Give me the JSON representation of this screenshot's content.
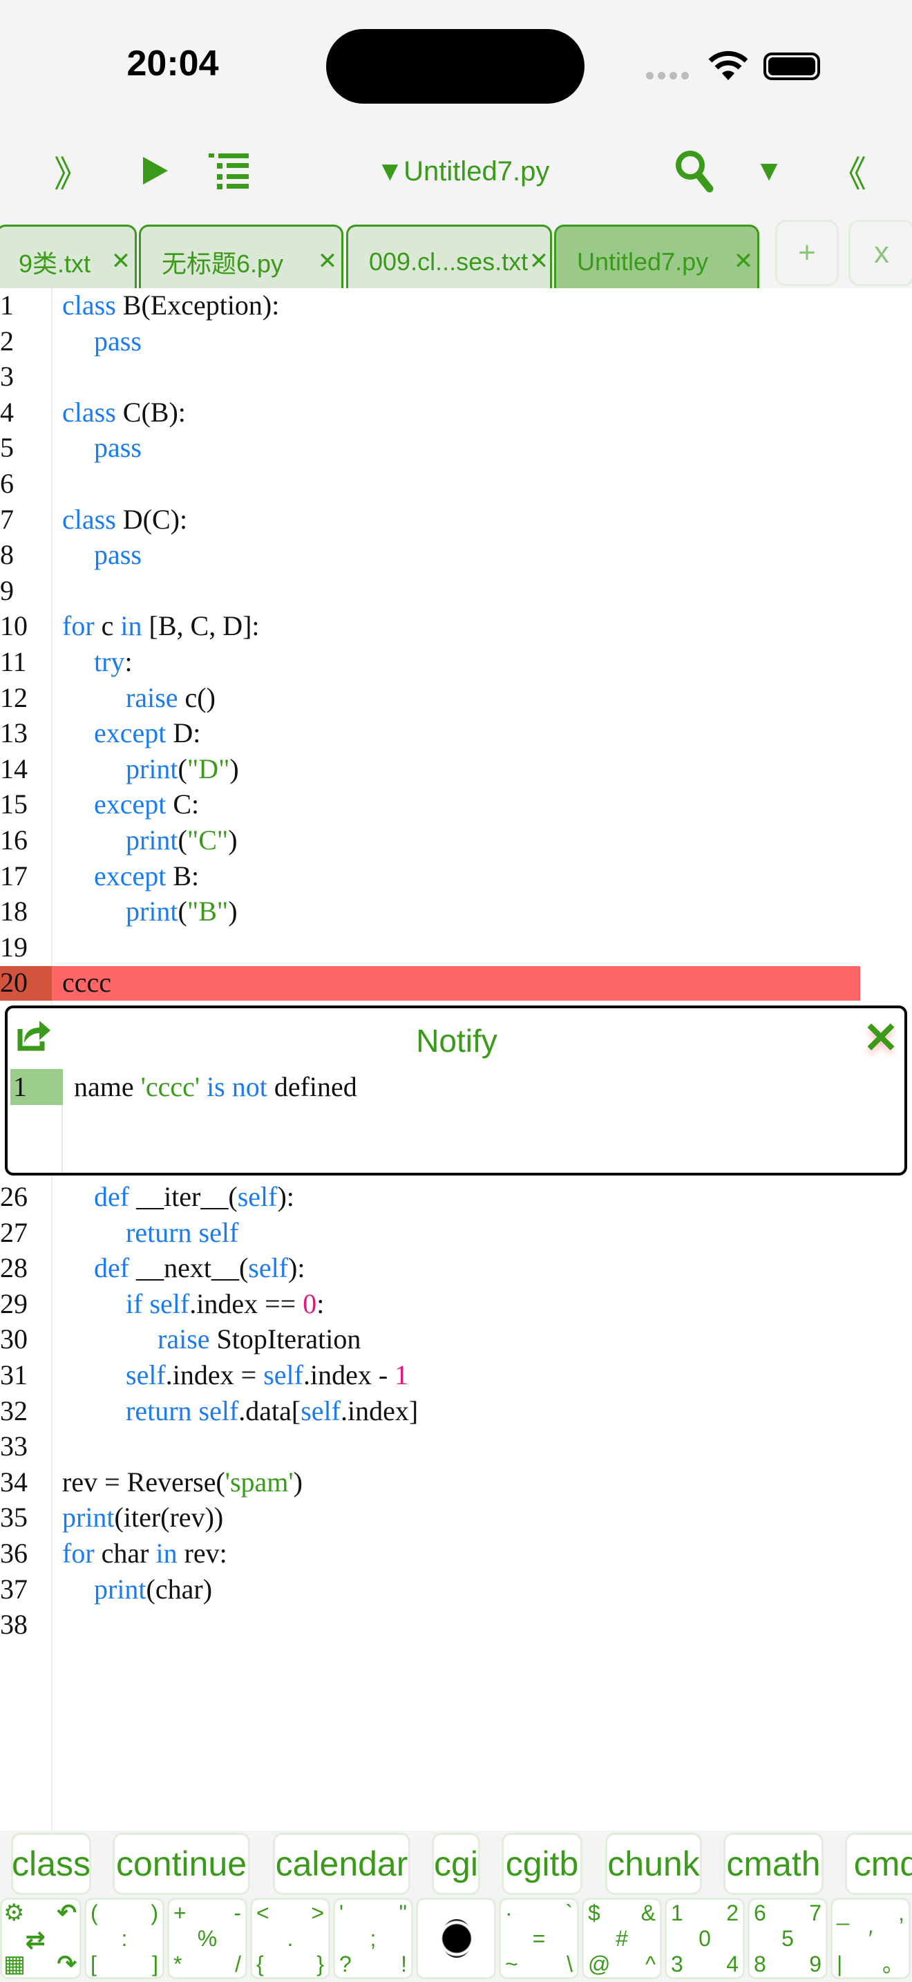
{
  "status": {
    "time": "20:04"
  },
  "toolbar": {
    "title": "▼Untitled7.py",
    "expand": "》",
    "collapse": "《",
    "dropdown": "▼"
  },
  "tabs": [
    {
      "label": "9类.txt",
      "close": "✕"
    },
    {
      "label": "无标题6.py",
      "close": "✕"
    },
    {
      "label": "009.cl...ses.txt",
      "close": "✕"
    },
    {
      "label": "Untitled7.py",
      "close": "✕",
      "active": true
    }
  ],
  "tab_actions": {
    "add": "+",
    "close_all": "x"
  },
  "code_lines": [
    {
      "n": "1",
      "i": 0,
      "t": [
        [
          "class",
          "k"
        ],
        [
          " B(Exception):",
          ""
        ]
      ]
    },
    {
      "n": "2",
      "i": 1,
      "t": [
        [
          "pass",
          "k"
        ]
      ]
    },
    {
      "n": "3",
      "i": 0,
      "t": []
    },
    {
      "n": "4",
      "i": 0,
      "t": [
        [
          "class",
          "k"
        ],
        [
          " C(B):",
          ""
        ]
      ]
    },
    {
      "n": "5",
      "i": 1,
      "t": [
        [
          "pass",
          "k"
        ]
      ]
    },
    {
      "n": "6",
      "i": 0,
      "t": []
    },
    {
      "n": "7",
      "i": 0,
      "t": [
        [
          "class",
          "k"
        ],
        [
          " D(C):",
          ""
        ]
      ]
    },
    {
      "n": "8",
      "i": 1,
      "t": [
        [
          "pass",
          "k"
        ]
      ]
    },
    {
      "n": "9",
      "i": 0,
      "t": []
    },
    {
      "n": "10",
      "i": 0,
      "t": [
        [
          "for",
          "k"
        ],
        [
          " c ",
          ""
        ],
        [
          "in",
          "k"
        ],
        [
          " [B, C, D]:",
          ""
        ]
      ]
    },
    {
      "n": "11",
      "i": 1,
      "t": [
        [
          "try",
          "k"
        ],
        [
          ":",
          ""
        ]
      ]
    },
    {
      "n": "12",
      "i": 2,
      "t": [
        [
          "raise",
          "k"
        ],
        [
          " c()",
          ""
        ]
      ]
    },
    {
      "n": "13",
      "i": 1,
      "t": [
        [
          "except",
          "k"
        ],
        [
          " D:",
          ""
        ]
      ]
    },
    {
      "n": "14",
      "i": 2,
      "t": [
        [
          "print",
          "k"
        ],
        [
          "(",
          ""
        ],
        [
          "\"D\"",
          "s"
        ],
        [
          ")",
          ""
        ]
      ]
    },
    {
      "n": "15",
      "i": 1,
      "t": [
        [
          "except",
          "k"
        ],
        [
          " C:",
          ""
        ]
      ]
    },
    {
      "n": "16",
      "i": 2,
      "t": [
        [
          "print",
          "k"
        ],
        [
          "(",
          ""
        ],
        [
          "\"C\"",
          "s"
        ],
        [
          ")",
          ""
        ]
      ]
    },
    {
      "n": "17",
      "i": 1,
      "t": [
        [
          "except",
          "k"
        ],
        [
          " B:",
          ""
        ]
      ]
    },
    {
      "n": "18",
      "i": 2,
      "t": [
        [
          "print",
          "k"
        ],
        [
          "(",
          ""
        ],
        [
          "\"B\"",
          "s"
        ],
        [
          ")",
          ""
        ]
      ]
    },
    {
      "n": "19",
      "i": 0,
      "t": []
    },
    {
      "n": "20",
      "i": 0,
      "t": [
        [
          "cccc",
          ""
        ]
      ]
    },
    {
      "n": "26",
      "i": 1,
      "t": [
        [
          "def",
          "k"
        ],
        [
          " __iter__(",
          ""
        ],
        [
          "self",
          "k"
        ],
        [
          "):",
          ""
        ]
      ]
    },
    {
      "n": "27",
      "i": 2,
      "t": [
        [
          "return",
          "k"
        ],
        [
          " ",
          ""
        ],
        [
          "self",
          "k"
        ]
      ]
    },
    {
      "n": "28",
      "i": 1,
      "t": [
        [
          "def",
          "k"
        ],
        [
          " __next__(",
          ""
        ],
        [
          "self",
          "k"
        ],
        [
          "):",
          ""
        ]
      ]
    },
    {
      "n": "29",
      "i": 2,
      "t": [
        [
          "if",
          "k"
        ],
        [
          " ",
          ""
        ],
        [
          "self",
          "k"
        ],
        [
          ".index == ",
          ""
        ],
        [
          "0",
          "n"
        ],
        [
          ":",
          ""
        ]
      ]
    },
    {
      "n": "30",
      "i": 3,
      "t": [
        [
          "raise",
          "k"
        ],
        [
          " StopIteration",
          ""
        ]
      ]
    },
    {
      "n": "31",
      "i": 2,
      "t": [
        [
          "self",
          "k"
        ],
        [
          ".index = ",
          ""
        ],
        [
          "self",
          "k"
        ],
        [
          ".index - ",
          ""
        ],
        [
          "1",
          "n"
        ]
      ]
    },
    {
      "n": "32",
      "i": 2,
      "t": [
        [
          "return",
          "k"
        ],
        [
          " ",
          ""
        ],
        [
          "self",
          "k"
        ],
        [
          ".data[",
          ""
        ],
        [
          "self",
          "k"
        ],
        [
          ".index]",
          ""
        ]
      ]
    },
    {
      "n": "33",
      "i": 0,
      "t": []
    },
    {
      "n": "34",
      "i": 0,
      "t": [
        [
          "rev = Reverse(",
          ""
        ],
        [
          "'spam'",
          "s"
        ],
        [
          ")",
          ""
        ]
      ]
    },
    {
      "n": "35",
      "i": 0,
      "t": [
        [
          "print",
          "k"
        ],
        [
          "(iter(rev))",
          ""
        ]
      ]
    },
    {
      "n": "36",
      "i": 0,
      "t": [
        [
          "for",
          "k"
        ],
        [
          " char ",
          ""
        ],
        [
          "in",
          "k"
        ],
        [
          " rev:",
          ""
        ]
      ]
    },
    {
      "n": "37",
      "i": 1,
      "t": [
        [
          "print",
          "k"
        ],
        [
          "(char)",
          ""
        ]
      ]
    },
    {
      "n": "38",
      "i": 0,
      "t": []
    }
  ],
  "notify": {
    "title": "Notify",
    "close": "✕",
    "line": "1",
    "msg": [
      [
        "name ",
        ""
      ],
      [
        "'cccc'",
        "s"
      ],
      [
        " is not",
        "k"
      ],
      [
        " defined",
        ""
      ]
    ]
  },
  "autocomplete": [
    "class",
    "continue",
    "calendar",
    "cgi",
    "cgitb",
    "chunk",
    "cmath",
    "cmd"
  ],
  "keys": [
    [
      "(",
      ")",
      ":",
      "[",
      "]"
    ],
    [
      "+",
      "-",
      "%",
      "*",
      "/"
    ],
    [
      "<",
      ">",
      ".",
      "{",
      "}"
    ],
    [
      "'",
      "\"",
      ";",
      "?",
      "!"
    ],
    null,
    [
      "·",
      "`",
      "=",
      "~",
      "\\"
    ],
    [
      "$",
      "&",
      "#",
      "@",
      "^"
    ],
    [
      "1",
      "2",
      "0",
      "3",
      "4"
    ],
    [
      "6",
      "7",
      "5",
      "8",
      "9"
    ],
    [
      "_",
      ",",
      "′",
      "|",
      "。"
    ]
  ],
  "colors": {
    "accent": "#3a9a1a",
    "keyword": "#1a7cf0",
    "number": "#e8157f",
    "error": "#ff6666"
  }
}
